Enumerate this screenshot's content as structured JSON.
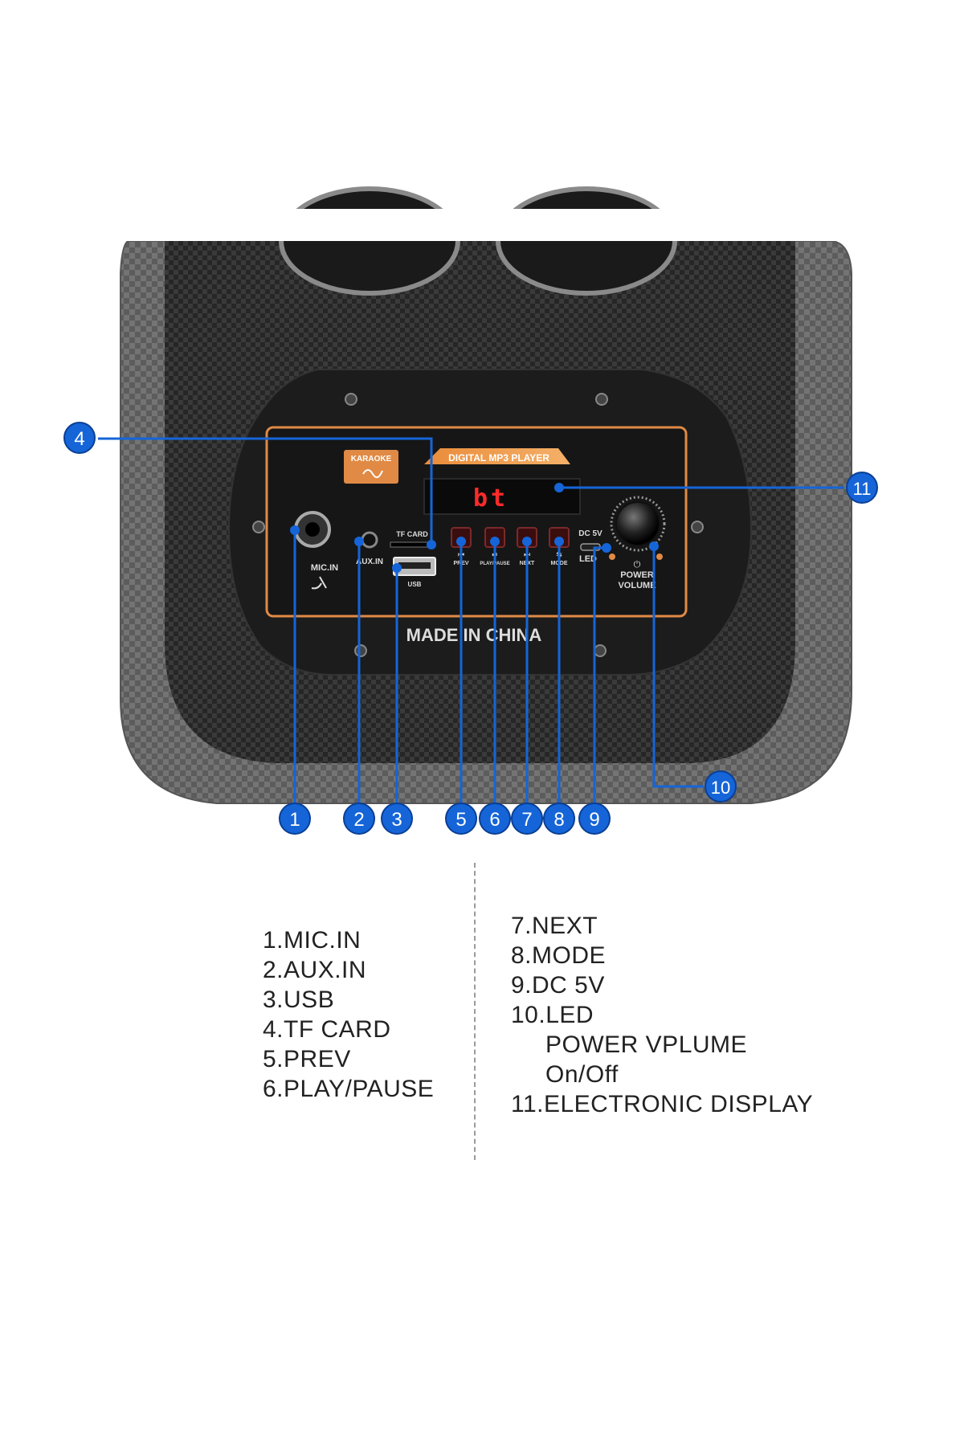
{
  "panel": {
    "logo_text": "KARAOKE",
    "banner_text": "DIGITAL MP3 PLAYER",
    "display_text": "bt",
    "made_in": "MADE IN CHINA",
    "labels": {
      "mic_in": "MIC.IN",
      "aux_in": "AUX.IN",
      "tf_card": "TF CARD",
      "usb": "USB",
      "prev": "PREV",
      "play_pause": "PLAY/PAUSE",
      "next": "NEXT",
      "mode": "MODE",
      "dc": "DC 5V",
      "led": "LED",
      "power": "POWER",
      "volume": "VOLUME"
    }
  },
  "callouts": [
    "1",
    "2",
    "3",
    "4",
    "5",
    "6",
    "7",
    "8",
    "9",
    "10",
    "11"
  ],
  "legend": {
    "left": [
      "1.MIC.IN",
      "2.AUX.IN",
      "3.USB",
      "4.TF CARD",
      "5.PREV",
      "6.PLAY/PAUSE"
    ],
    "right": [
      "7.NEXT",
      "8.MODE",
      "9.DC 5V",
      "10.LED"
    ],
    "right_indent": [
      "POWER VPLUME",
      "On/Off"
    ],
    "right_last": "11.ELECTRONIC DISPLAY"
  },
  "colors": {
    "callout_blue": "#1565d8",
    "panel_orange": "#e08a45",
    "display_red": "#ff2a2a",
    "shell_grey": "#6d6d6d"
  }
}
